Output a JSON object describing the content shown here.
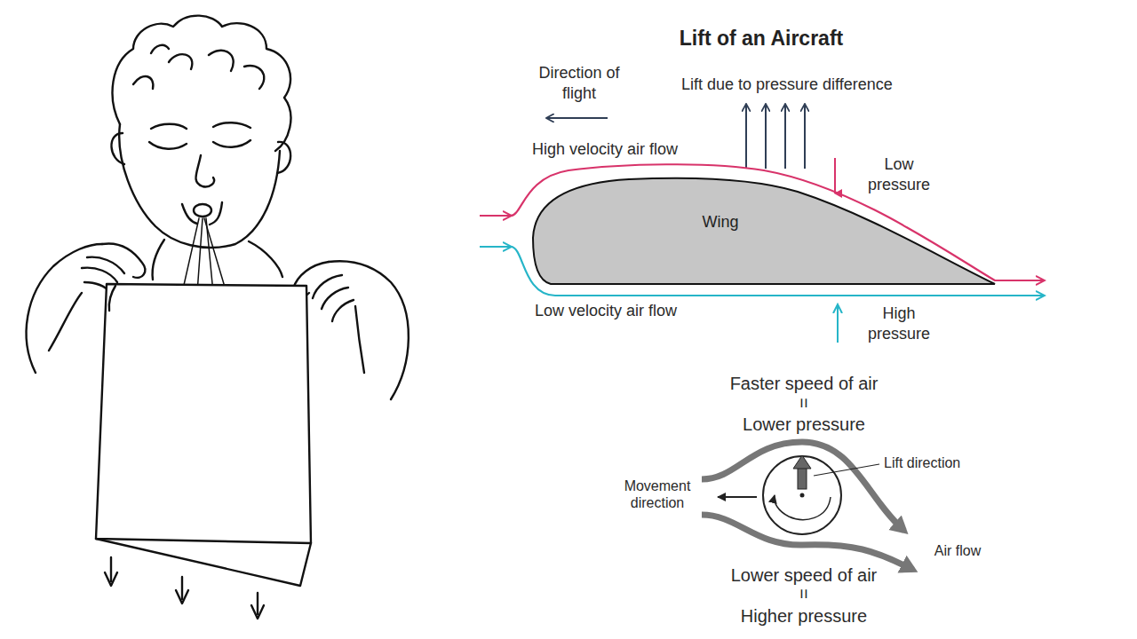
{
  "diagram": {
    "title": "Lift of an Aircraft",
    "nodes": [
      {
        "text": [
          "Wing"
        ]
      }
    ],
    "labels": [
      "Direction of flight",
      "Lift due to pressure difference",
      "High velocity air flow",
      "Low pressure",
      "Low velocity air flow",
      "High pressure",
      "Faster speed of air",
      "=",
      "Lower pressure",
      "Lift direction",
      "Movement direction",
      "Air flow",
      "Lower speed of air",
      "=",
      "Higher pressure"
    ]
  }
}
